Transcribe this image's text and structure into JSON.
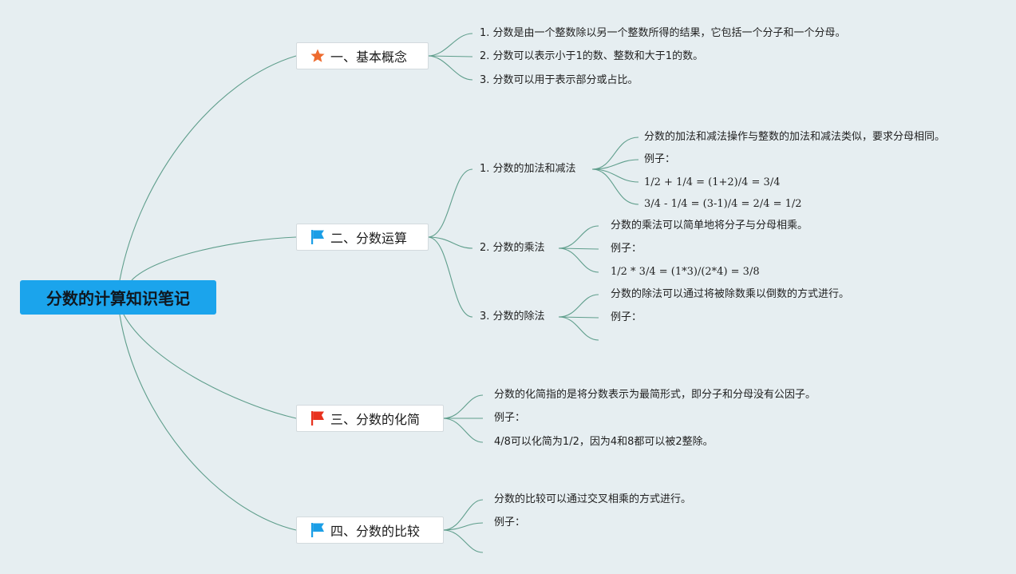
{
  "root": {
    "title": "分数的计算知识笔记"
  },
  "sections": [
    {
      "icon": "star-icon",
      "title": "一、基本概念",
      "items": [
        "1. 分数是由一个整数除以另一个整数所得的结果，它包括一个分子和一个分母。",
        "2. 分数可以表示小于1的数、整数和大于1的数。",
        "3. 分数可以用于表示部分或占比。"
      ]
    },
    {
      "icon": "blue-flag-icon",
      "title": "二、分数运算",
      "subtopics": [
        {
          "label": "1. 分数的加法和减法",
          "items": [
            "分数的加法和减法操作与整数的加法和减法类似，要求分母相同。",
            "例子：",
            "1/2 + 1/4 = (1+2)/4 = 3/4",
            "3/4 - 1/4 = (3-1)/4 = 2/4 = 1/2"
          ]
        },
        {
          "label": "2. 分数的乘法",
          "items": [
            "分数的乘法可以简单地将分子与分母相乘。",
            "例子：",
            "1/2 * 3/4 = (1*3)/(2*4) = 3/8"
          ]
        },
        {
          "label": "3. 分数的除法",
          "items": [
            "分数的除法可以通过将被除数乘以倒数的方式进行。",
            "例子：",
            ""
          ]
        }
      ]
    },
    {
      "icon": "red-flag-icon",
      "title": "三、分数的化简",
      "items": [
        "分数的化简指的是将分数表示为最简形式，即分子和分母没有公因子。",
        "例子：",
        "4/8可以化简为1/2，因为4和8都可以被2整除。"
      ]
    },
    {
      "icon": "blue-flag-icon",
      "title": "四、分数的比较",
      "items": [
        "分数的比较可以通过交叉相乘的方式进行。",
        "例子：",
        ""
      ]
    }
  ],
  "colors": {
    "background": "#e6eef1",
    "root_fill": "#1ba4ec",
    "connector": "#5f9e8c",
    "star": "#ee6b2f",
    "blue_flag": "#1b9ee6",
    "red_flag": "#e8321e"
  }
}
